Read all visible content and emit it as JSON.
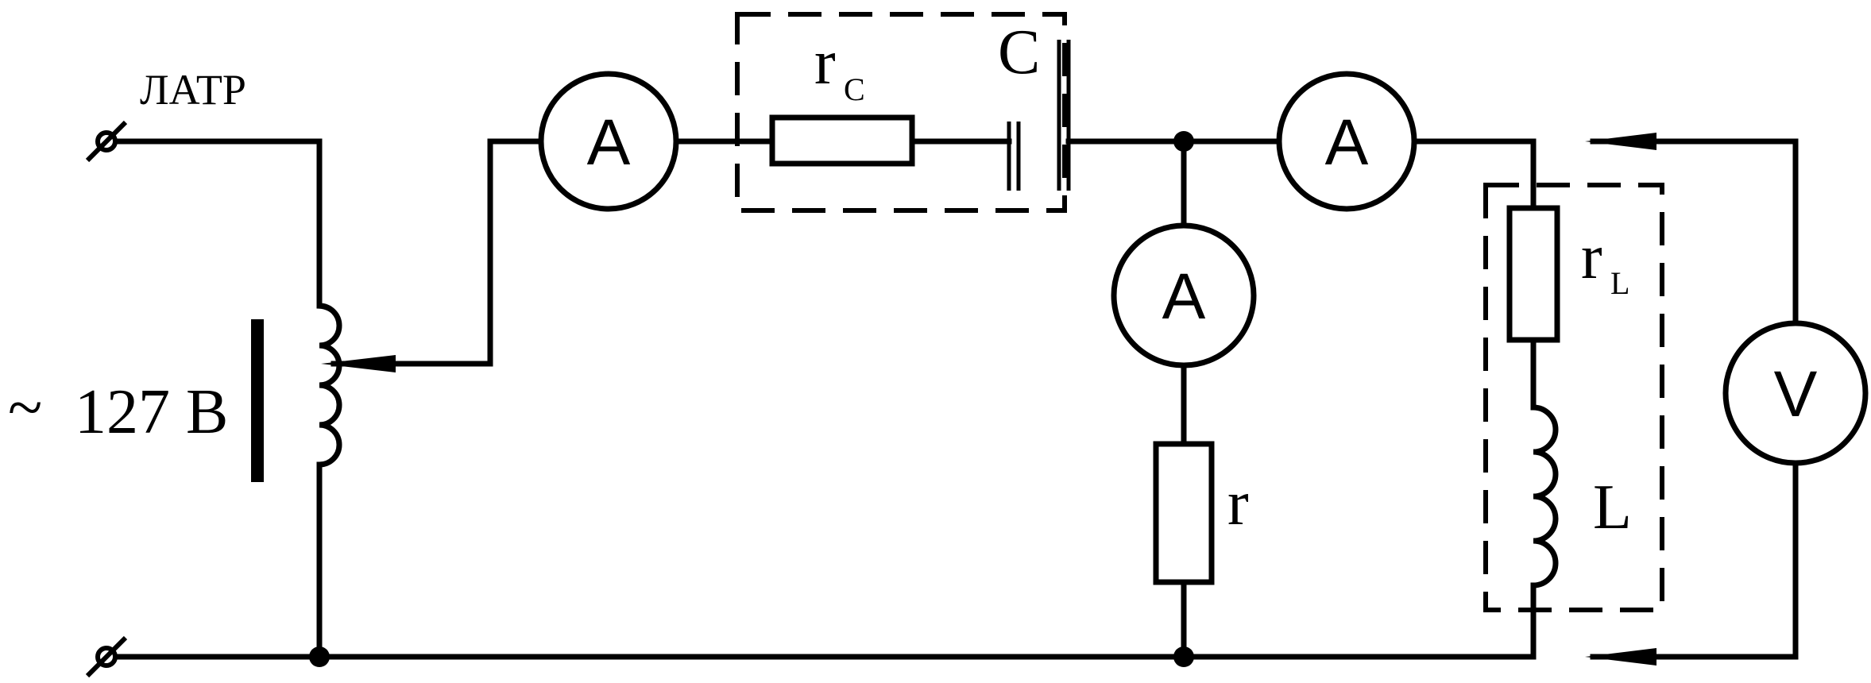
{
  "labels": {
    "transformer": "ЛАТР",
    "source_tilde": "~",
    "source_value": "127 В",
    "rc_main": "r",
    "rc_sub": "C",
    "capacitor": "C",
    "resistor": "r",
    "rl_main": "r",
    "rl_sub": "L",
    "inductor": "L"
  },
  "meters": {
    "ammeter_1": "A",
    "ammeter_2": "A",
    "ammeter_3": "A",
    "voltmeter": "V"
  }
}
